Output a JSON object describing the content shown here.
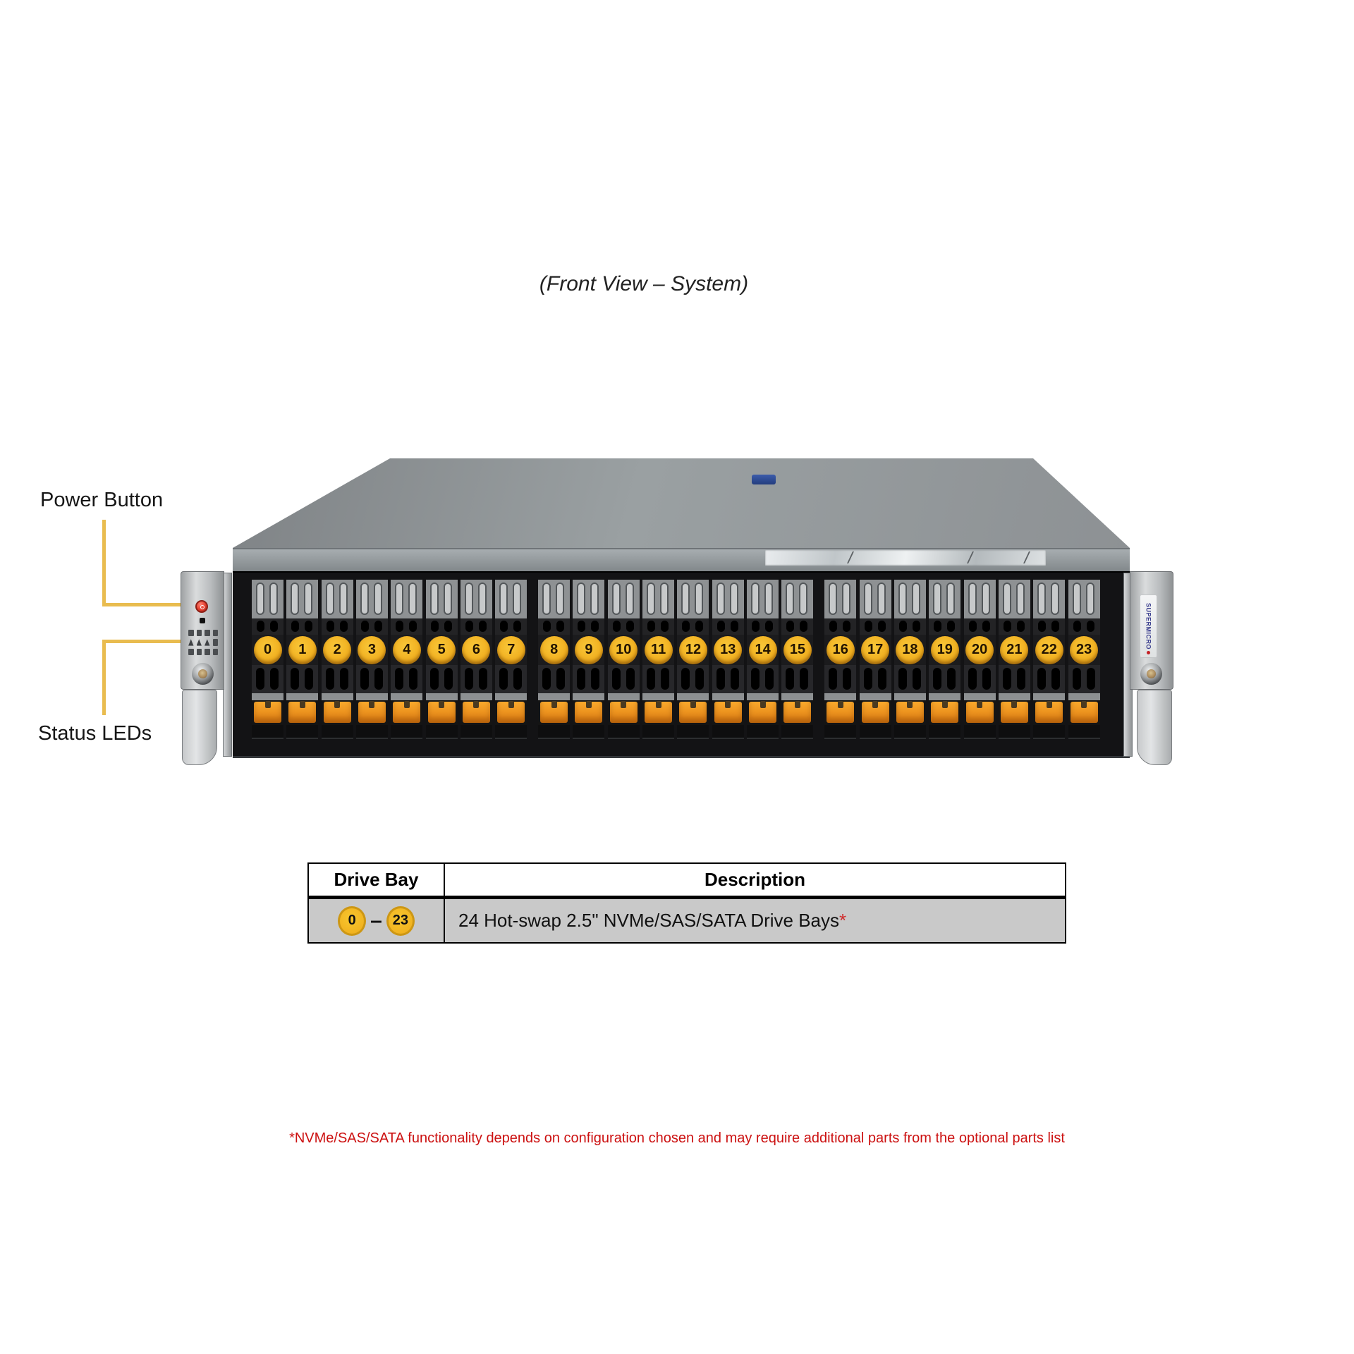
{
  "title": "(Front View – System)",
  "callouts": {
    "power_button": "Power Button",
    "status_leds": "Status LEDs"
  },
  "server": {
    "drive_bays": [
      "0",
      "1",
      "2",
      "3",
      "4",
      "5",
      "6",
      "7",
      "8",
      "9",
      "10",
      "11",
      "12",
      "13",
      "14",
      "15",
      "16",
      "17",
      "18",
      "19",
      "20",
      "21",
      "22",
      "23"
    ],
    "right_ear_logo": "SUPERMICRO"
  },
  "table": {
    "headers": [
      "Drive Bay",
      "Description"
    ],
    "row": {
      "bay_start": "0",
      "dash": "–",
      "bay_end": "23",
      "description": "24 Hot-swap 2.5\" NVMe/SAS/SATA Drive Bays",
      "asterisk": "*"
    }
  },
  "footnote": "*NVMe/SAS/SATA functionality depends on configuration chosen and may require additional parts from the optional parts list",
  "colors": {
    "callout_yellow": "#E9BC4F",
    "badge_yellow": "#F2B822",
    "latch_orange": "#F29222",
    "footnote_red": "#CC1111",
    "table_row_gray": "#C9C9C9"
  }
}
